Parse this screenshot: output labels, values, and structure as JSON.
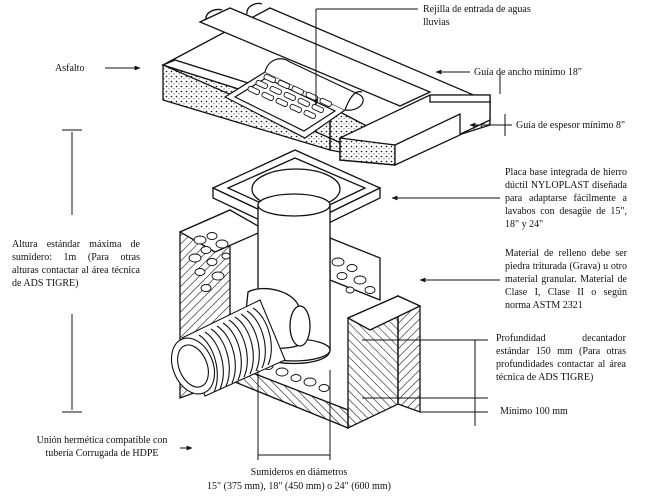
{
  "labels": {
    "grate": "Rejilla de entrada de aguas lluvias",
    "asphalt": "Asfalto",
    "width_guide": "Guía de ancho mínimo 18\"",
    "thickness_guide": "Guía de espesor mínimo 8\"",
    "base_plate": "Placa base integrada de hierro dúctil NYLOPLAST diseñada para adaptarse fácilmente a lavabos con desagüe de 15\", 18\" y 24\"",
    "fill_material": "Material de relleno debe ser piedra triturada (Grava) u otro material granular. Material de Clase I, Clase II o según norma ASTM 2321",
    "max_height": "Altura estándar máxima de sumidero: 1m (Para otras alturas contactar al área técnica de ADS TIGRE)",
    "sump_depth": "Profundidad decantador estándar 150 mm (Para otras profundidades contactar al área técnica de ADS TIGRE)",
    "min_100": "Mínimo 100 mm",
    "hermetic_joint": "Unión hermética compatible con tubería Corrugada de HDPE",
    "diameters_title": "Sumideros en diámetros",
    "diameters_values": "15\" (375 mm), 18\" (450 mm) o 24\" (600 mm)"
  },
  "colors": {
    "line": "#111111",
    "gravel_fill": "#ffffff",
    "background": "#ffffff"
  }
}
